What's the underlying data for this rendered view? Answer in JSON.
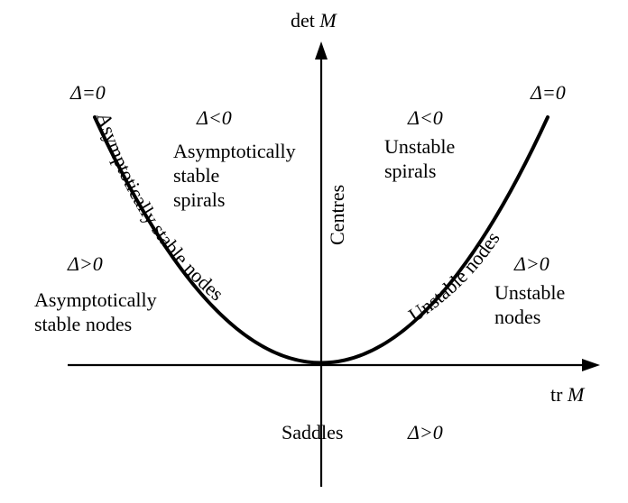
{
  "axes": {
    "y_label": "det",
    "y_label_var": "M",
    "x_label": "tr",
    "x_label_var": "M"
  },
  "curve_labels": {
    "left": "Asymptotically stable nodes",
    "right": "Unstable nodes",
    "vertical": "Centres"
  },
  "regions": {
    "top_left_delta": "Δ=0",
    "top_right_delta": "Δ=0",
    "upper_left_delta": "Δ<0",
    "upper_left_l1": "Asymptotically",
    "upper_left_l2": "stable",
    "upper_left_l3": "spirals",
    "upper_right_delta": "Δ<0",
    "upper_right_l1": "Unstable",
    "upper_right_l2": "spirals",
    "left_delta": "Δ>0",
    "left_l1": "Asymptotically",
    "left_l2": "stable nodes",
    "right_delta": "Δ>0",
    "right_l1": "Unstable",
    "right_l2": "nodes",
    "bottom_label": "Saddles",
    "bottom_delta": "Δ>0"
  }
}
